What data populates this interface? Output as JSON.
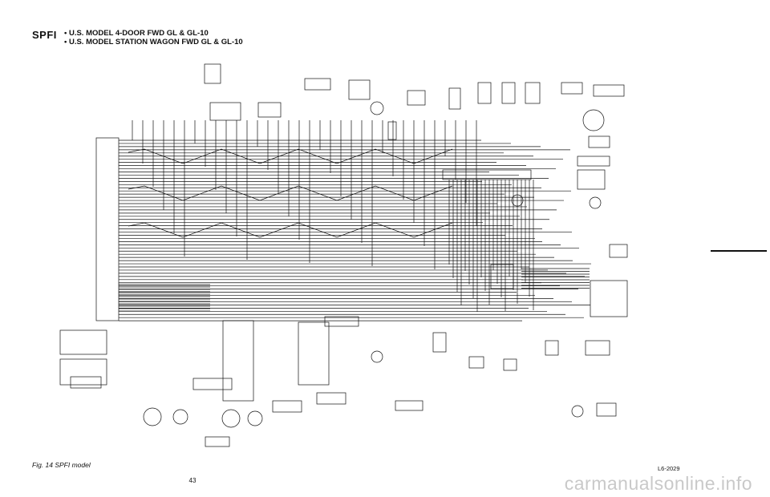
{
  "header": {
    "model_tag": "SPFI",
    "line1": "• U.S. MODEL 4-DOOR FWD GL & GL-10",
    "line2": "• U.S. MODEL STATION WAGON FWD GL & GL-10"
  },
  "figure_caption": "Fig. 14 SPFI model",
  "diagram_code": "L6-2029",
  "page_number": "43",
  "watermark": "carmanualsonline.info"
}
